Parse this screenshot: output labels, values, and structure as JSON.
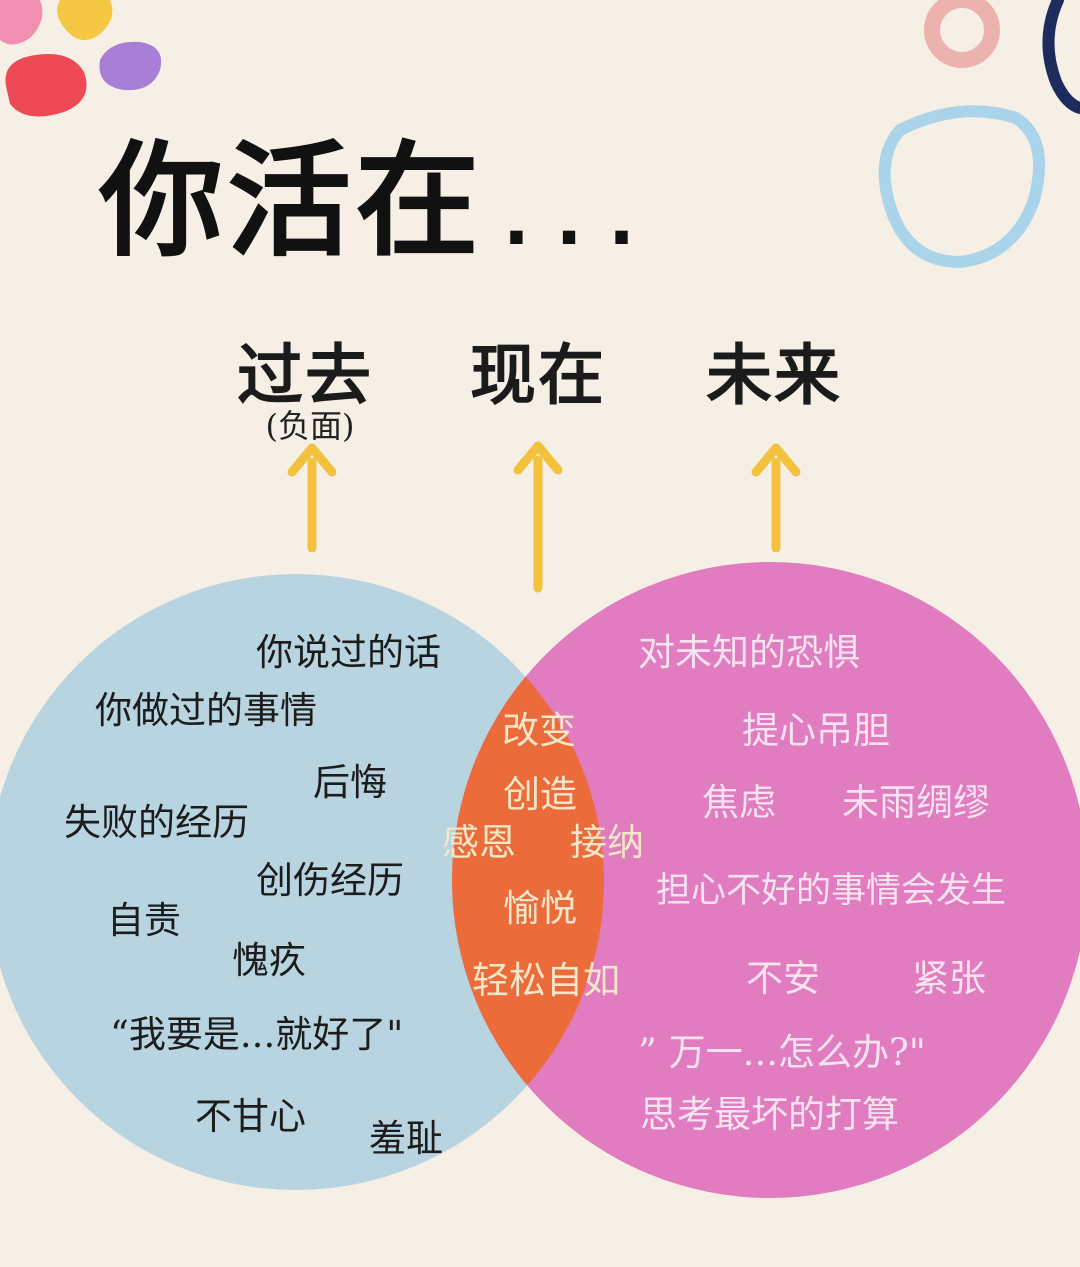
{
  "title": "你活在",
  "title_dots": "...",
  "timeline": {
    "past": {
      "label": "过去",
      "note": "(负面)"
    },
    "present": {
      "label": "现在"
    },
    "future": {
      "label": "未来"
    }
  },
  "venn": {
    "left_colour": "#b7d4e0",
    "right_colour": "#e07cbf",
    "overlap_colour": "#ec6b3a",
    "arrow_colour": "#f2c23c",
    "left_words": [
      "你说过的话",
      "你做过的事情",
      "后悔",
      "失败的经历",
      "创伤经历",
      "自责",
      "愧疚",
      "“我要是...就好了\"",
      "不甘心",
      "羞耻"
    ],
    "middle_words": [
      "改变",
      "创造",
      "感恩",
      "接纳",
      "愉悦",
      "轻松自如"
    ],
    "right_words": [
      "对未知的恐惧",
      "提心吊胆",
      "焦虑",
      "未雨绸缪",
      "担心不好的事情会发生",
      "不安",
      "紧张",
      "” 万一...怎么办?\"",
      "思考最坏的打算"
    ]
  }
}
